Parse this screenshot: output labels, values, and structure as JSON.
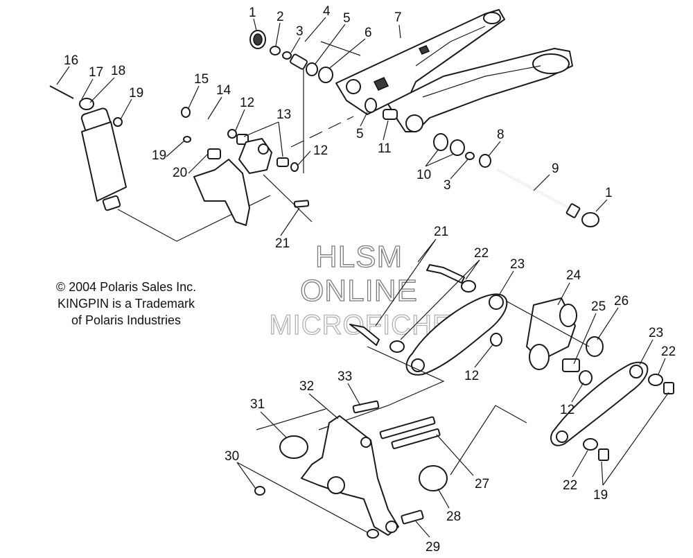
{
  "credit": {
    "line1": "© 2004 Polaris Sales Inc.",
    "line2": "KINGPIN is a Trademark",
    "line3": "of Polaris Industries"
  },
  "watermark": {
    "line1": "HLSM",
    "line2": "ONLINE",
    "line3": "MICROFICHE"
  },
  "callouts": {
    "c1a": "1",
    "c2": "2",
    "c3a": "3",
    "c4": "4",
    "c5a": "5",
    "c6": "6",
    "c7": "7",
    "c5b": "5",
    "c11": "11",
    "c8": "8",
    "c10": "10",
    "c3b": "3",
    "c9": "9",
    "c1b": "1",
    "c16": "16",
    "c17": "17",
    "c18": "18",
    "c19a": "19",
    "c15": "15",
    "c14": "14",
    "c12a": "12",
    "c13": "13",
    "c12b": "12",
    "c19b": "19",
    "c20": "20",
    "c21a": "21",
    "c21b": "21",
    "c22a": "22",
    "c23a": "23",
    "c24": "24",
    "c25": "25",
    "c26": "26",
    "c12c": "12",
    "c12d": "12",
    "c23b": "23",
    "c22b": "22",
    "c22c": "22",
    "c19c": "19",
    "c33": "33",
    "c32": "32",
    "c31": "31",
    "c30": "30",
    "c27": "27",
    "c28": "28",
    "c29": "29"
  }
}
